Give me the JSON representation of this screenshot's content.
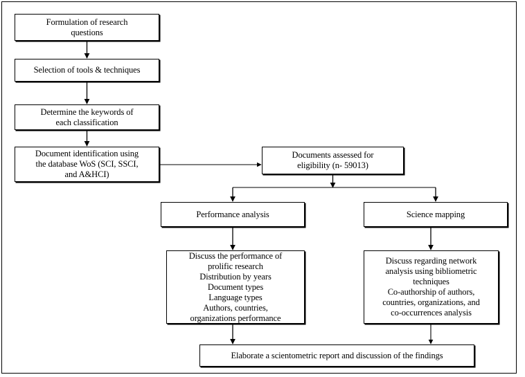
{
  "diagram": {
    "title": "Research methodology flowchart",
    "type": "flowchart",
    "stroke_color": "#000000",
    "fill_color": "#ffffff",
    "text_color": "#000000"
  },
  "nodes": {
    "formulation": "Formulation of research\nquestions",
    "selection": "Selection of tools & techniques",
    "keywords": "Determine the keywords of\neach classification",
    "identification": "Document identification using\nthe database WoS (SCI, SSCI,\nand A&HCI)",
    "eligibility": "Documents assessed for\neligibility (n- 59013)",
    "performance_analysis": "Performance analysis",
    "science_mapping": "Science mapping",
    "performance_details": "Discuss the performance of\nprolific research\nDistribution by years\nDocument types\nLanguage types\nAuthors, countries,\norganizations performance",
    "mapping_details": "Discuss regarding network\nanalysis using bibliometric\ntechniques\nCo-authorship of authors,\ncountries, organizations, and\nco-occurrences analysis",
    "elaborate": "Elaborate a scientometric report and discussion of the findings"
  },
  "edges": [
    {
      "from": "formulation",
      "to": "selection",
      "style": "vertical-arrow"
    },
    {
      "from": "selection",
      "to": "keywords",
      "style": "vertical-arrow"
    },
    {
      "from": "keywords",
      "to": "identification",
      "style": "vertical-arrow"
    },
    {
      "from": "identification",
      "to": "eligibility",
      "style": "horizontal-arrow"
    },
    {
      "from": "eligibility",
      "to": "branch-bar",
      "style": "vertical-arrow"
    },
    {
      "from": "branch-bar",
      "to": "performance_analysis",
      "style": "elbow-arrow"
    },
    {
      "from": "branch-bar",
      "to": "science_mapping",
      "style": "elbow-arrow"
    },
    {
      "from": "performance_analysis",
      "to": "performance_details",
      "style": "vertical-arrow"
    },
    {
      "from": "science_mapping",
      "to": "mapping_details",
      "style": "vertical-arrow"
    },
    {
      "from": "performance_details",
      "to": "elaborate",
      "style": "vertical-arrow"
    },
    {
      "from": "mapping_details",
      "to": "elaborate",
      "style": "vertical-arrow"
    }
  ]
}
